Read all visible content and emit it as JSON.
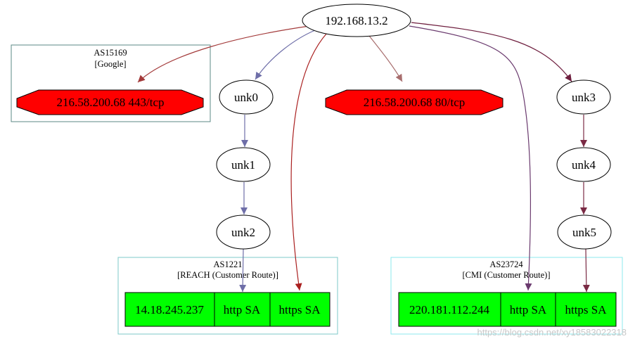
{
  "graph": {
    "root": {
      "label": "192.168.13.2"
    },
    "clusters": {
      "google": {
        "asn": "AS15169",
        "name": "[Google]",
        "border": "#5b8a86"
      },
      "reach": {
        "asn": "AS1221",
        "name": "[REACH (Customer Route)]",
        "border": "#7cc8c8"
      },
      "cmi": {
        "asn": "AS23724",
        "name": "[CMI  (Customer Route)]",
        "border": "#8ee8ee"
      }
    },
    "targets": {
      "google_443": {
        "label": "216.58.200.68 443/tcp",
        "fill": "#ff0000"
      },
      "google_80": {
        "label": "216.58.200.68 80/tcp",
        "fill": "#ff0000"
      }
    },
    "hops": {
      "unk0": "unk0",
      "unk1": "unk1",
      "unk2": "unk2",
      "unk3": "unk3",
      "unk4": "unk4",
      "unk5": "unk5"
    },
    "records": {
      "reach": {
        "ip": "14.18.245.237",
        "http": "http SA",
        "https": "https SA",
        "fill": "#00ff00"
      },
      "cmi": {
        "ip": "220.181.112.244",
        "http": "http SA",
        "https": "https SA",
        "fill": "#00ff00"
      }
    },
    "edge_colors": {
      "root_to_443": "#a33a3a",
      "root_to_unk0": "#6e6ea8",
      "root_to_https_reach": "#aa2020",
      "root_to_80": "#a86e6e",
      "root_to_http_cmi": "#6a3a6e",
      "root_to_unk3": "#6e1e3e",
      "unk_chain_left": "#6e6ea8",
      "unk_chain_right": "#7a2a44"
    }
  },
  "watermark": "https://blog.csdn.net/xy18583022318"
}
